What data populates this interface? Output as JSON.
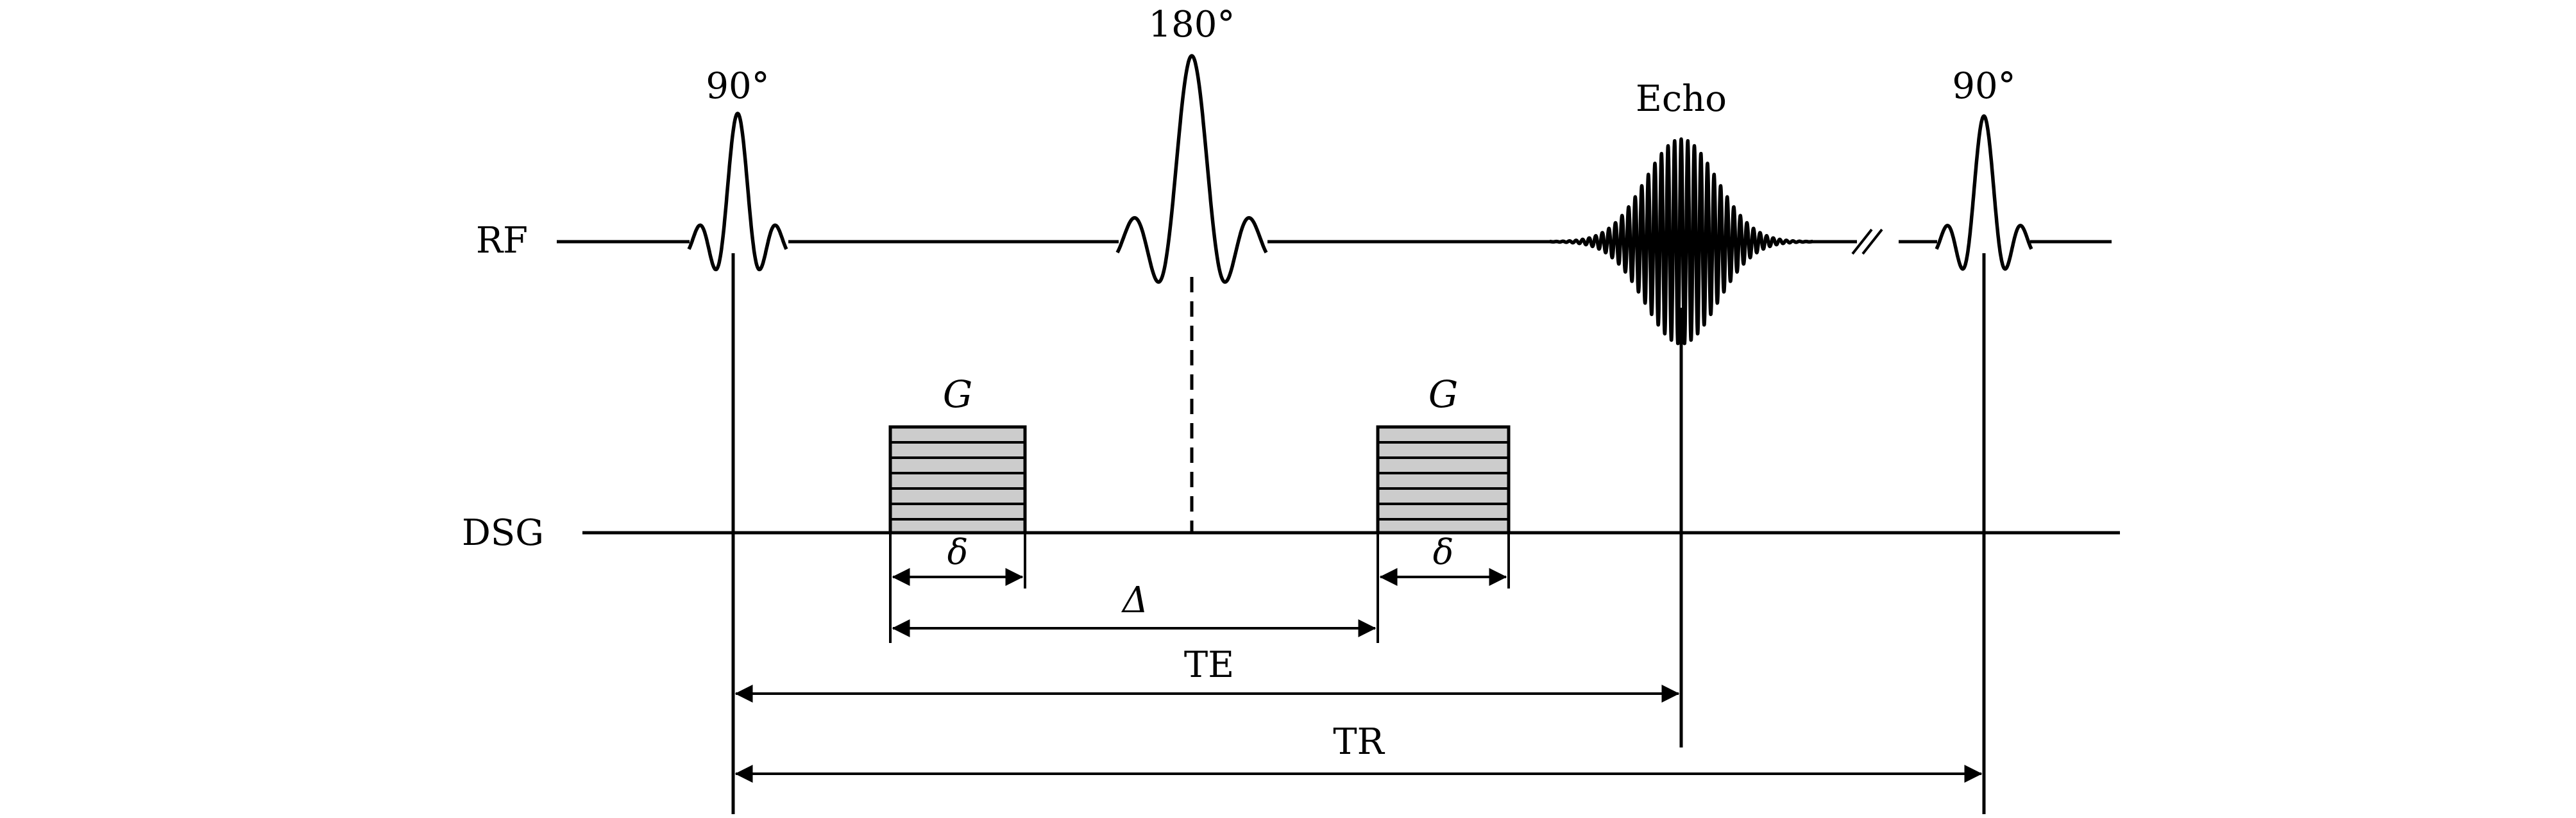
{
  "rf_channel": {
    "label": "RF",
    "pulse_1": "90°",
    "pulse_2": "180°",
    "echo": "Echo",
    "pulse_3": "90°"
  },
  "dsg_channel": {
    "label": "DSG",
    "gradient_1": "G",
    "gradient_2": "G"
  },
  "timings": {
    "delta_small_1": "δ",
    "delta_small_2": "δ",
    "delta_large": "Δ",
    "te": "TE",
    "tr": "TR"
  }
}
